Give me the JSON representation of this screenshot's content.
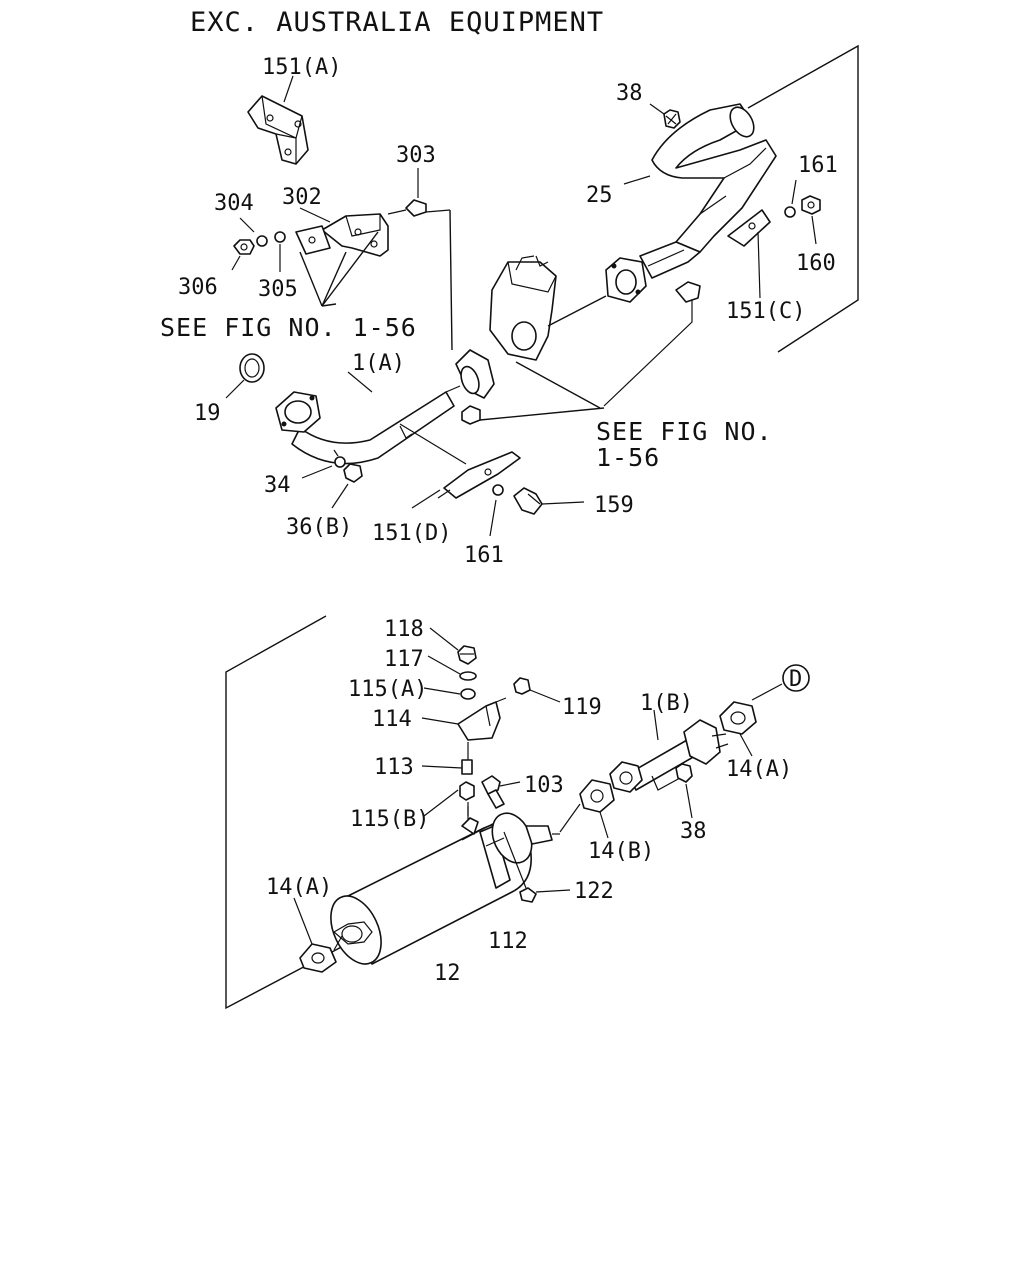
{
  "title": "EXC. AUSTRALIA EQUIPMENT",
  "references": {
    "upper": "SEE FIG NO. 1-56",
    "right_line1": "SEE FIG NO.",
    "right_line2": "1-56"
  },
  "callout_circle": "D",
  "labels": {
    "l151a": "151(A)",
    "l38_top": "38",
    "l303": "303",
    "l161_top": "161",
    "l304": "304",
    "l302": "302",
    "l25": "25",
    "l160": "160",
    "l306": "306",
    "l305": "305",
    "l151c": "151(C)",
    "l1a": "1(A)",
    "l19": "19",
    "l34": "34",
    "l36b": "36(B)",
    "l151d": "151(D)",
    "l161_bot": "161",
    "l159": "159",
    "l118": "118",
    "l117": "117",
    "l115a": "115(A)",
    "l119": "119",
    "l114": "114",
    "l1b": "1(B)",
    "l113": "113",
    "l103": "103",
    "l14a_right": "14(A)",
    "l115b": "115(B)",
    "l38_bot": "38",
    "l14b": "14(B)",
    "l14a_left": "14(A)",
    "l122": "122",
    "l112": "112",
    "l12": "12"
  }
}
